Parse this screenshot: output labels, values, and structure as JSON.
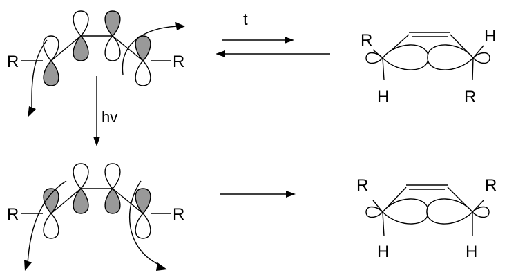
{
  "substituent": "R",
  "hydrogen": "H",
  "thermal_label": "t",
  "photo_label": "hv",
  "colors": {
    "shaded_lobe": "#999999",
    "open_lobe": "#ffffff",
    "line": "#000000"
  }
}
